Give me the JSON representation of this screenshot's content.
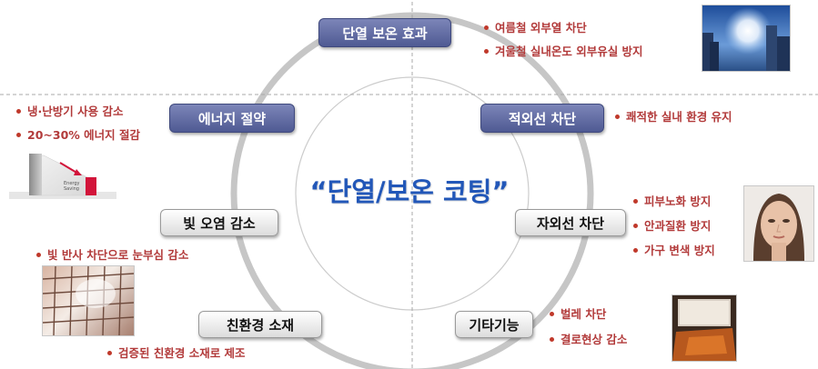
{
  "center_title": "“단열/보온 코팅”",
  "nodes": {
    "top": "단열 보온 효과",
    "energy": "에너지 절약",
    "uv_block": "적외선 차단",
    "light": "빛 오염 감소",
    "uv": "자외선 차단",
    "eco": "친환경 소재",
    "other": "기타기능"
  },
  "bullets": {
    "top": [
      "여름철 외부열 차단",
      "겨울철 실내온도 외부유실 방지"
    ],
    "energy": [
      "냉·난방기 사용 감소",
      "20~30% 에너지 절감"
    ],
    "uv_block": [
      "쾌적한 실내 환경 유지"
    ],
    "uv": [
      "피부노화 방지",
      "안과질환 방지",
      "가구 변색 방지"
    ],
    "light": [
      "빛 반사 차단으로 눈부심 감소"
    ],
    "eco": [
      "검증된 친환경 소재로 제조"
    ],
    "other": [
      "벌레 차단",
      "결로현상 감소"
    ]
  },
  "energy_graphic": {
    "label_line1": "Energy",
    "label_line2": "Saving"
  },
  "icons": [
    "sky-sun-photo",
    "energy-saving-icon",
    "face-photo",
    "building-glass-photo",
    "window-photo"
  ]
}
